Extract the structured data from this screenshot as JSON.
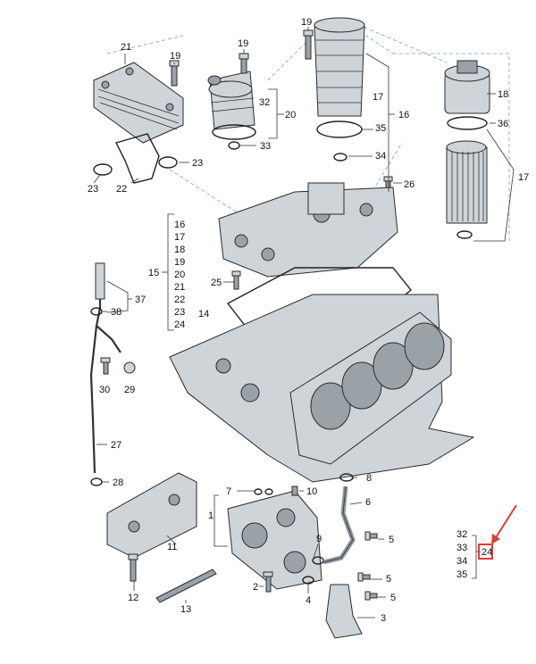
{
  "labels": {
    "l1": "1",
    "l2": "2",
    "l3": "3",
    "l4": "4",
    "l5a": "5",
    "l5b": "5",
    "l5c": "5",
    "l6": "6",
    "l7": "7",
    "l8": "8",
    "l9": "9",
    "l10": "10",
    "l11": "11",
    "l12": "12",
    "l13": "13",
    "l14": "14",
    "l15": "15",
    "l16": "16",
    "l17a": "17",
    "l17b": "17",
    "l18": "18",
    "l19a": "19",
    "l19b": "19",
    "l19c": "19",
    "l20": "20",
    "l21": "21",
    "l22": "22",
    "l23a": "23",
    "l23b": "23",
    "l24": "24",
    "l25": "25",
    "l26": "26",
    "l27": "27",
    "l28": "28",
    "l29": "29",
    "l30": "30",
    "l32": "32",
    "l33": "33",
    "l34": "34",
    "l35": "35",
    "l36": "36",
    "l37": "37",
    "l38": "38"
  },
  "list15": [
    "16",
    "17",
    "18",
    "19",
    "20",
    "21",
    "22",
    "23",
    "24"
  ],
  "list_right": [
    "32",
    "33",
    "34",
    "35"
  ],
  "list_right_highlight": "24",
  "colors": {
    "highlight": "#e53935",
    "parts": "#cfd4d8",
    "lines": "#333333",
    "dashes": "#7aa0b8"
  }
}
